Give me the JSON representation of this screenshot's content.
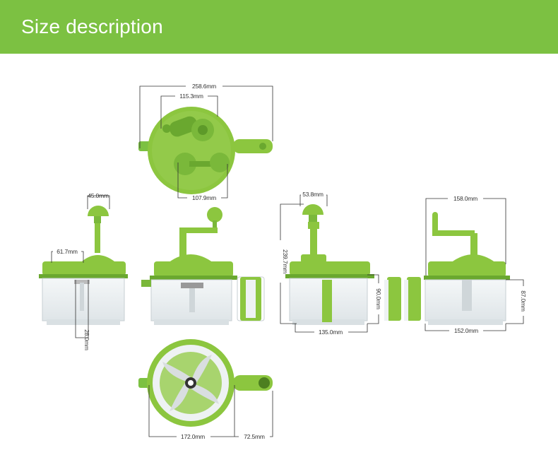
{
  "header": {
    "title": "Size description"
  },
  "dimensions": {
    "top_width": "258.6mm",
    "top_inner": "115.3mm",
    "top_lower": "107.9mm",
    "knob_width": "45.0mm",
    "lid_offset": "61.7mm",
    "bottom_gap": "28.0mm",
    "side_knob": "53.8mm",
    "height": "239.7mm",
    "bowl_height": "90.0mm",
    "base_width": "135.0mm",
    "crank_width": "158.0mm",
    "bowl_depth": "87.0mm",
    "outer_base": "152.0mm",
    "bottom_diameter": "172.0mm",
    "handle_length": "72.5mm"
  },
  "colors": {
    "accent": "#7cc142",
    "lid_green": "#8cc63f",
    "dark_green": "#6aa82f",
    "container": "#e9eef0"
  }
}
